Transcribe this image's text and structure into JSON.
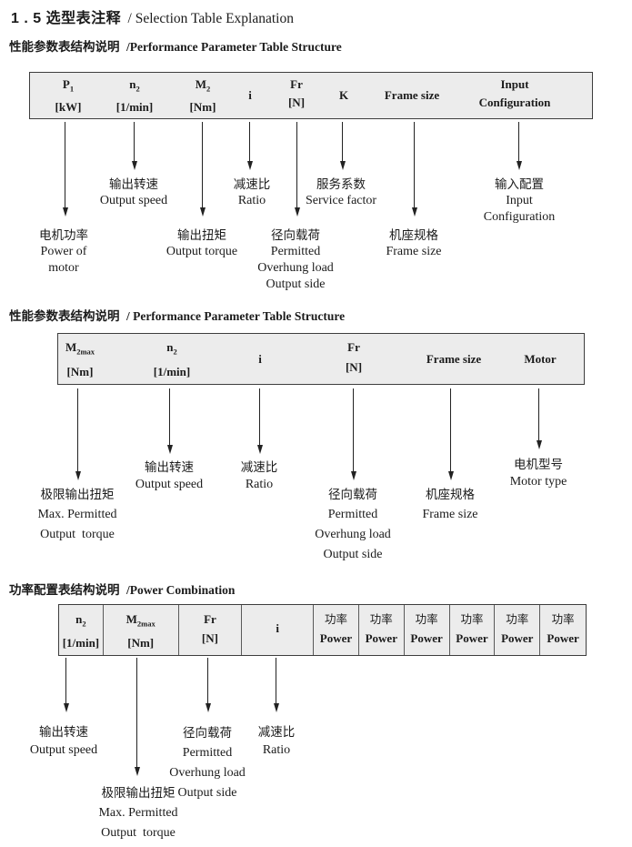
{
  "page": {
    "title_zh": "1 . 5 选型表注释",
    "title_en": "/ Selection Table Explanation"
  },
  "sections": [
    {
      "heading_zh": "性能参数表结构说明",
      "heading_en": "/Performance Parameter Table Structure",
      "columns": [
        {
          "line1": "P",
          "sub": "1",
          "line2": "[kW]"
        },
        {
          "line1": "n",
          "sub": "2",
          "line2": "[1/min]"
        },
        {
          "line1": "M",
          "sub": "2",
          "line2": "[Nm]"
        },
        {
          "line1": "i"
        },
        {
          "line1": "Fr",
          "line2": "[N]"
        },
        {
          "line1": "K"
        },
        {
          "line1": "Frame size"
        },
        {
          "line1": "Input",
          "line2": "Configuration"
        }
      ],
      "labels": [
        {
          "lines": [
            "电机功率",
            "Power of",
            "motor"
          ]
        },
        {
          "lines": [
            "输出转速",
            "Output speed"
          ]
        },
        {
          "lines": [
            "输出扭矩",
            "Output torque"
          ]
        },
        {
          "lines": [
            "减速比",
            "Ratio"
          ]
        },
        {
          "lines": [
            "径向载荷",
            "Permitted",
            "Overhung load",
            "Output side"
          ]
        },
        {
          "lines": [
            "服务系数",
            "Service factor"
          ]
        },
        {
          "lines": [
            "机座规格",
            "Frame size"
          ]
        },
        {
          "lines": [
            "输入配置",
            "Input",
            "Configuration"
          ]
        }
      ]
    },
    {
      "heading_zh": "性能参数表结构说明",
      "heading_en": "/ Performance Parameter Table Structure",
      "columns": [
        {
          "line1": "M",
          "sub": "2max",
          "line2": "[Nm]"
        },
        {
          "line1": "n",
          "sub": "2",
          "line2": "[1/min]"
        },
        {
          "line1": "i"
        },
        {
          "line1": "Fr",
          "line2": "[N]"
        },
        {
          "line1": "Frame size"
        },
        {
          "line1": "Motor"
        }
      ],
      "labels": [
        {
          "lines": [
            "极限输出扭矩",
            "Max. Permitted",
            "Output  torque"
          ]
        },
        {
          "lines": [
            "输出转速",
            "Output speed"
          ]
        },
        {
          "lines": [
            "减速比",
            "Ratio"
          ]
        },
        {
          "lines": [
            "径向载荷",
            "Permitted",
            "Overhung load",
            "Output side"
          ]
        },
        {
          "lines": [
            "机座规格",
            "Frame size"
          ]
        },
        {
          "lines": [
            "电机型号",
            "Motor type"
          ]
        }
      ]
    },
    {
      "heading_zh": "功率配置表结构说明",
      "heading_en": "/Power Combination",
      "columns": [
        {
          "line1": "n",
          "sub": "2",
          "line2": "[1/min]"
        },
        {
          "line1": "M",
          "sub": "2max",
          "line2": "[Nm]"
        },
        {
          "line1": "Fr",
          "line2": "[N]"
        },
        {
          "line1": "i"
        },
        {
          "line1": "功率",
          "line2": "Power"
        },
        {
          "line1": "功率",
          "line2": "Power"
        },
        {
          "line1": "功率",
          "line2": "Power"
        },
        {
          "line1": "功率",
          "line2": "Power"
        },
        {
          "line1": "功率",
          "line2": "Power"
        },
        {
          "line1": "功率",
          "line2": "Power"
        }
      ],
      "labels": [
        {
          "lines": [
            "输出转速",
            "Output speed"
          ]
        },
        {
          "lines": [
            "极限输出扭矩",
            "Max. Permitted",
            "Output  torque"
          ]
        },
        {
          "lines": [
            "径向载荷",
            "Permitted",
            "Overhung load",
            "Output side"
          ]
        },
        {
          "lines": [
            "减速比",
            "Ratio"
          ]
        }
      ]
    }
  ]
}
